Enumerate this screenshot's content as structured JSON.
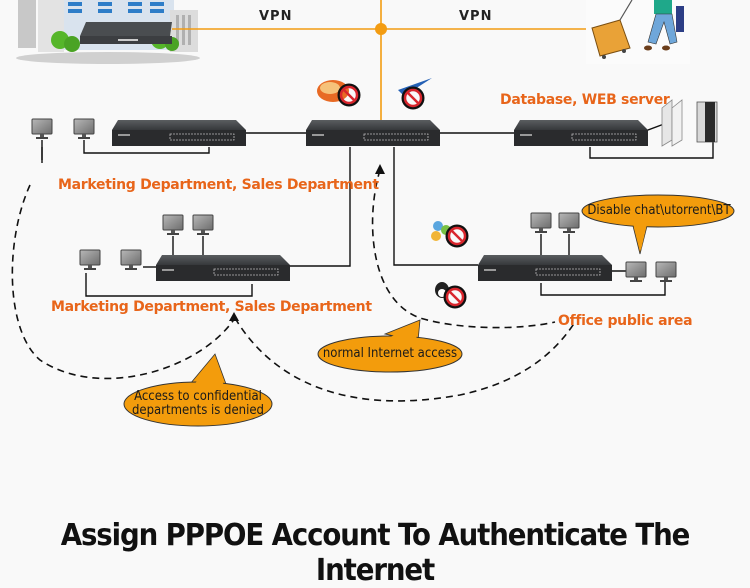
{
  "diagram": {
    "links": {
      "vpn_left": "VPN",
      "vpn_right": "VPN"
    },
    "nodes": {
      "headquarters": "Headquarters building with gateway",
      "remote_traveler": "Remote traveler",
      "core_switch": "Core switch",
      "server_switch": "Server switch",
      "dept_switch_top": "Department switch",
      "dept_switch_bottom": "Department switch",
      "office_switch": "Office switch"
    },
    "labels": {
      "database_web_server": "Database, WEB server",
      "marketing_sales_top": "Marketing Department, Sales Department",
      "marketing_sales_bottom": "Marketing Department, Sales Department",
      "office_public_area": "Office public area"
    },
    "callouts": {
      "disable_apps": "Disable chat\\utorrent\\BT",
      "normal_access": "normal Internet access",
      "access_denied_line1": "Access to confidential",
      "access_denied_line2": "departments is denied"
    },
    "blocked_icons": [
      "flash-blocked-icon",
      "thunder-download-blocked-icon",
      "msn-chat-blocked-icon",
      "qq-chat-blocked-icon"
    ],
    "colors": {
      "orange_line": "#f39c12",
      "label_orange": "#e8651a",
      "bubble_fill": "#f39c0c",
      "link_black": "#111111"
    }
  },
  "caption": {
    "title": "Assign PPPOE Account To Authenticate The Internet"
  }
}
